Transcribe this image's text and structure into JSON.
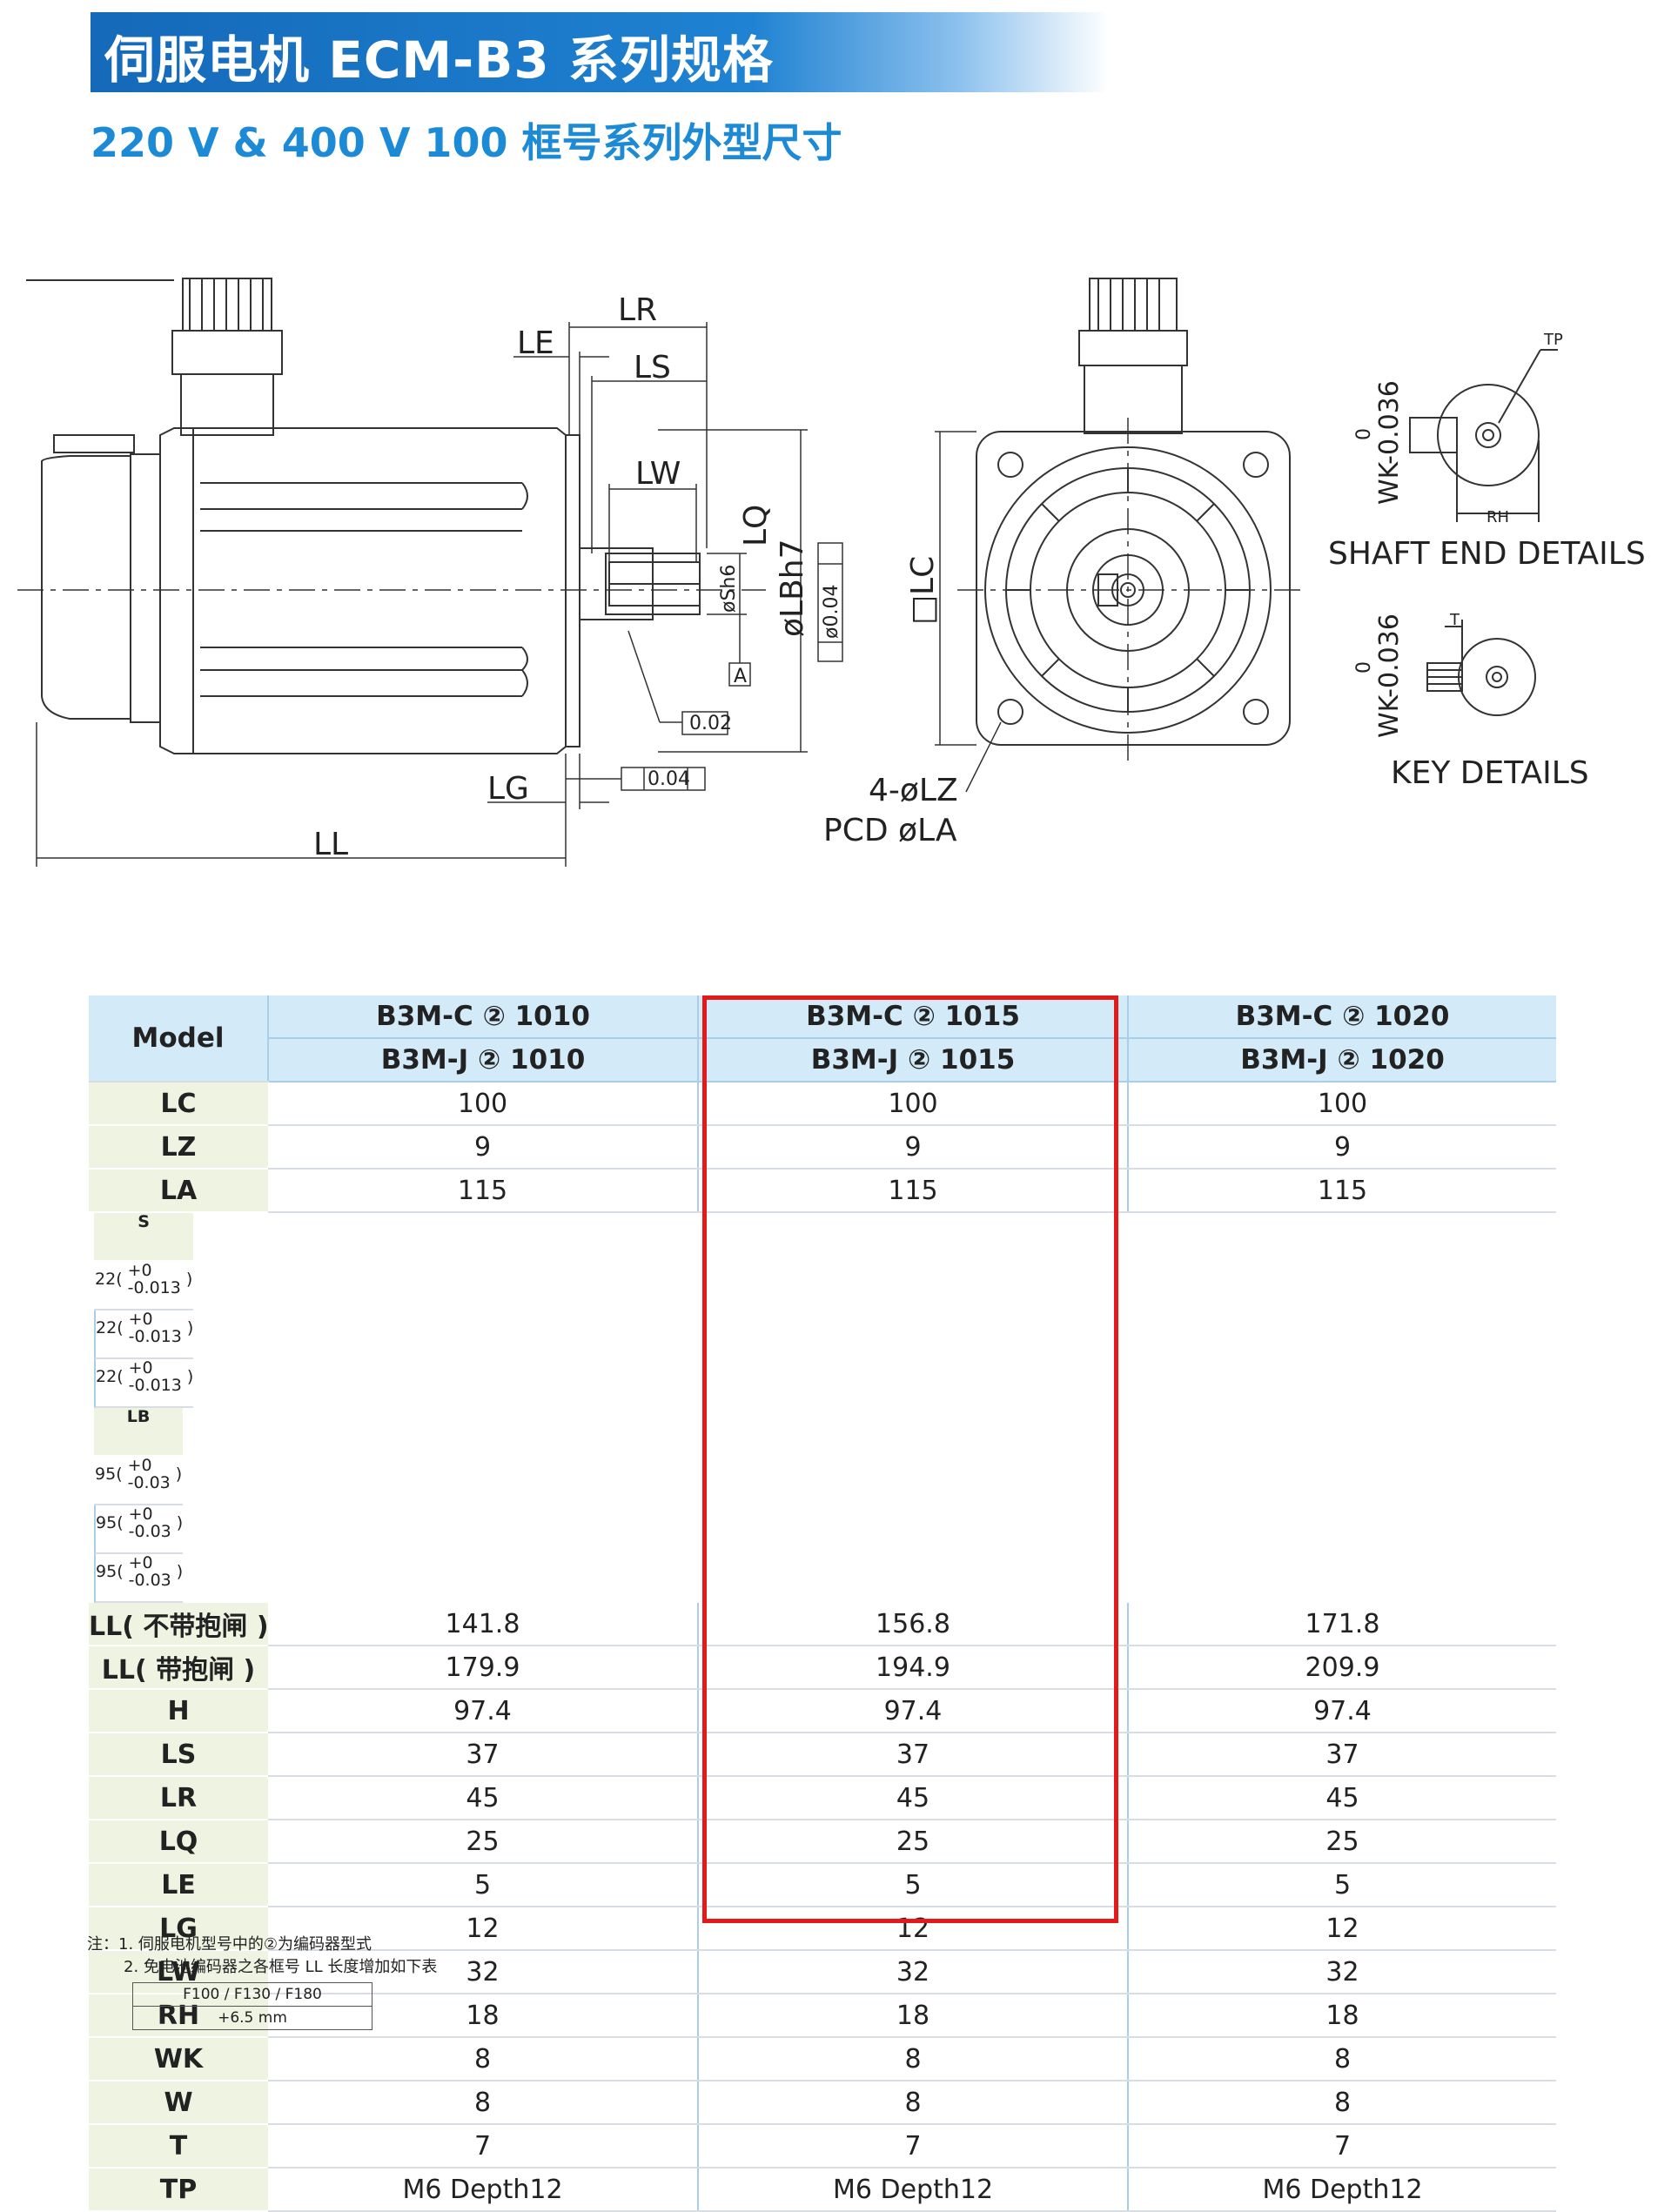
{
  "header": {
    "title": "伺服电机 ECM-B3 系列规格",
    "subtitle": "220 V & 400 V 100 框号系列外型尺寸"
  },
  "drawing": {
    "labels": {
      "lr": "LR",
      "le": "LE",
      "ls": "LS",
      "lw": "LW",
      "lq": "LQ",
      "lb": "øLBh7",
      "sh": "øSh6",
      "ll": "LL",
      "lg": "LG",
      "datum": "A",
      "runout": "0.02",
      "perp": "0.04",
      "conc": "ø0.04",
      "lc": "□LC",
      "lz": "4-øLZ",
      "pcd": "PCD øLA",
      "wk": "WK-0.036",
      "wk_zero": "0",
      "tp": "TP",
      "rh": "RH",
      "t": "T",
      "shaft_end": "SHAFT END DETAILS",
      "key_details": "KEY DETAILS"
    }
  },
  "table": {
    "model_label": "Model",
    "columns": [
      {
        "c": "B3M-C ② 1010",
        "j": "B3M-J ② 1010"
      },
      {
        "c": "B3M-C ② 1015",
        "j": "B3M-J ② 1015"
      },
      {
        "c": "B3M-C ② 1020",
        "j": "B3M-J ② 1020"
      }
    ],
    "rows": [
      {
        "label": "LC",
        "values": [
          "100",
          "100",
          "100"
        ]
      },
      {
        "label": "LZ",
        "values": [
          "9",
          "9",
          "9"
        ]
      },
      {
        "label": "LA",
        "values": [
          "115",
          "115",
          "115"
        ]
      },
      {
        "label": "S",
        "base": "22",
        "tol_up": "+0",
        "tol_down": "-0.013"
      },
      {
        "label": "LB",
        "base": "95",
        "tol_up": "+0",
        "tol_down": "-0.03"
      },
      {
        "label": "LL( 不带抱闸 )",
        "values": [
          "141.8",
          "156.8",
          "171.8"
        ]
      },
      {
        "label": "LL( 带抱闸 )",
        "values": [
          "179.9",
          "194.9",
          "209.9"
        ]
      },
      {
        "label": "H",
        "values": [
          "97.4",
          "97.4",
          "97.4"
        ]
      },
      {
        "label": "LS",
        "values": [
          "37",
          "37",
          "37"
        ]
      },
      {
        "label": "LR",
        "values": [
          "45",
          "45",
          "45"
        ]
      },
      {
        "label": "LQ",
        "values": [
          "25",
          "25",
          "25"
        ]
      },
      {
        "label": "LE",
        "values": [
          "5",
          "5",
          "5"
        ]
      },
      {
        "label": "LG",
        "values": [
          "12",
          "12",
          "12"
        ]
      },
      {
        "label": "LW",
        "values": [
          "32",
          "32",
          "32"
        ]
      },
      {
        "label": "RH",
        "values": [
          "18",
          "18",
          "18"
        ]
      },
      {
        "label": "WK",
        "values": [
          "8",
          "8",
          "8"
        ]
      },
      {
        "label": "W",
        "values": [
          "8",
          "8",
          "8"
        ]
      },
      {
        "label": "T",
        "values": [
          "7",
          "7",
          "7"
        ]
      },
      {
        "label": "TP",
        "values": [
          "M6 Depth12",
          "M6 Depth12",
          "M6 Depth12"
        ]
      }
    ]
  },
  "notes": {
    "line1": "注：1. 伺服电机型号中的②为编码器型式",
    "line2": "2. 免电池编码器之各框号 LL 长度增加如下表",
    "small_table": {
      "header": "F100 / F130 / F180",
      "value": "+6.5 mm"
    }
  },
  "colors": {
    "title_bar": "#1a74c4",
    "subtitle": "#1d8ad6",
    "highlight": "#e41a1a",
    "header_fill": "#d3eaf8",
    "label_fill": "#eef3e2"
  }
}
